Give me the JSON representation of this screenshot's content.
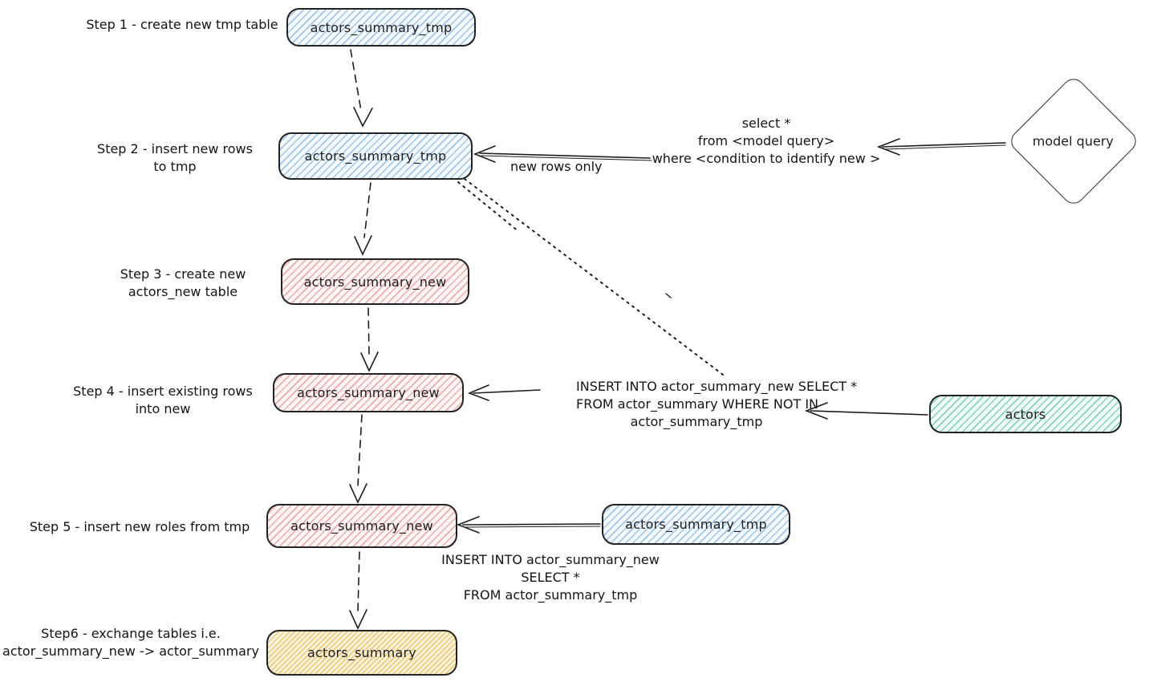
{
  "nodes": {
    "step1_tmp": "actors_summary_tmp",
    "step2_tmp": "actors_summary_tmp",
    "step3_new": "actors_summary_new",
    "step4_new": "actors_summary_new",
    "step5_new": "actors_summary_new",
    "step6_summary": "actors_summary",
    "model_query": "model query",
    "actors": "actors",
    "tmp_source": "actors_summary_tmp"
  },
  "step_labels": {
    "step1": {
      "line1": "Step 1 - create new tmp table"
    },
    "step2": {
      "line1": "Step 2 - insert new rows",
      "line2": "to tmp"
    },
    "step3": {
      "line1": "Step 3 - create new",
      "line2": "actors_new table"
    },
    "step4": {
      "line1": "Step 4 - insert existing rows",
      "line2": "into new"
    },
    "step5": {
      "line1": "Step 5 - insert new roles from tmp"
    },
    "step6": {
      "line1": "Step6 - exchange tables i.e.",
      "line2": "actor_summary_new -> actor_summary"
    }
  },
  "annotations": {
    "model_query_sql": {
      "line1": "select *",
      "line2": "from <model query>",
      "line3": "where <condition to identify new >"
    },
    "new_rows_only": "new rows only",
    "insert_existing_sql": {
      "line1": "INSERT INTO actor_summary_new SELECT *",
      "line2": "FROM actor_summary WHERE NOT IN",
      "line3": "actor_summary_tmp"
    },
    "insert_from_tmp_sql": {
      "line1": "INSERT INTO actor_summary_new",
      "line2": "SELECT *",
      "line3": "FROM actor_summary_tmp"
    }
  },
  "colors": {
    "blue_hatch": "#9cc6f0",
    "pink_hatch": "#f2a8a7",
    "teal_hatch": "#7ed4b8",
    "yellow_hatch": "#f0c468",
    "stroke": "#1e1e1e"
  }
}
